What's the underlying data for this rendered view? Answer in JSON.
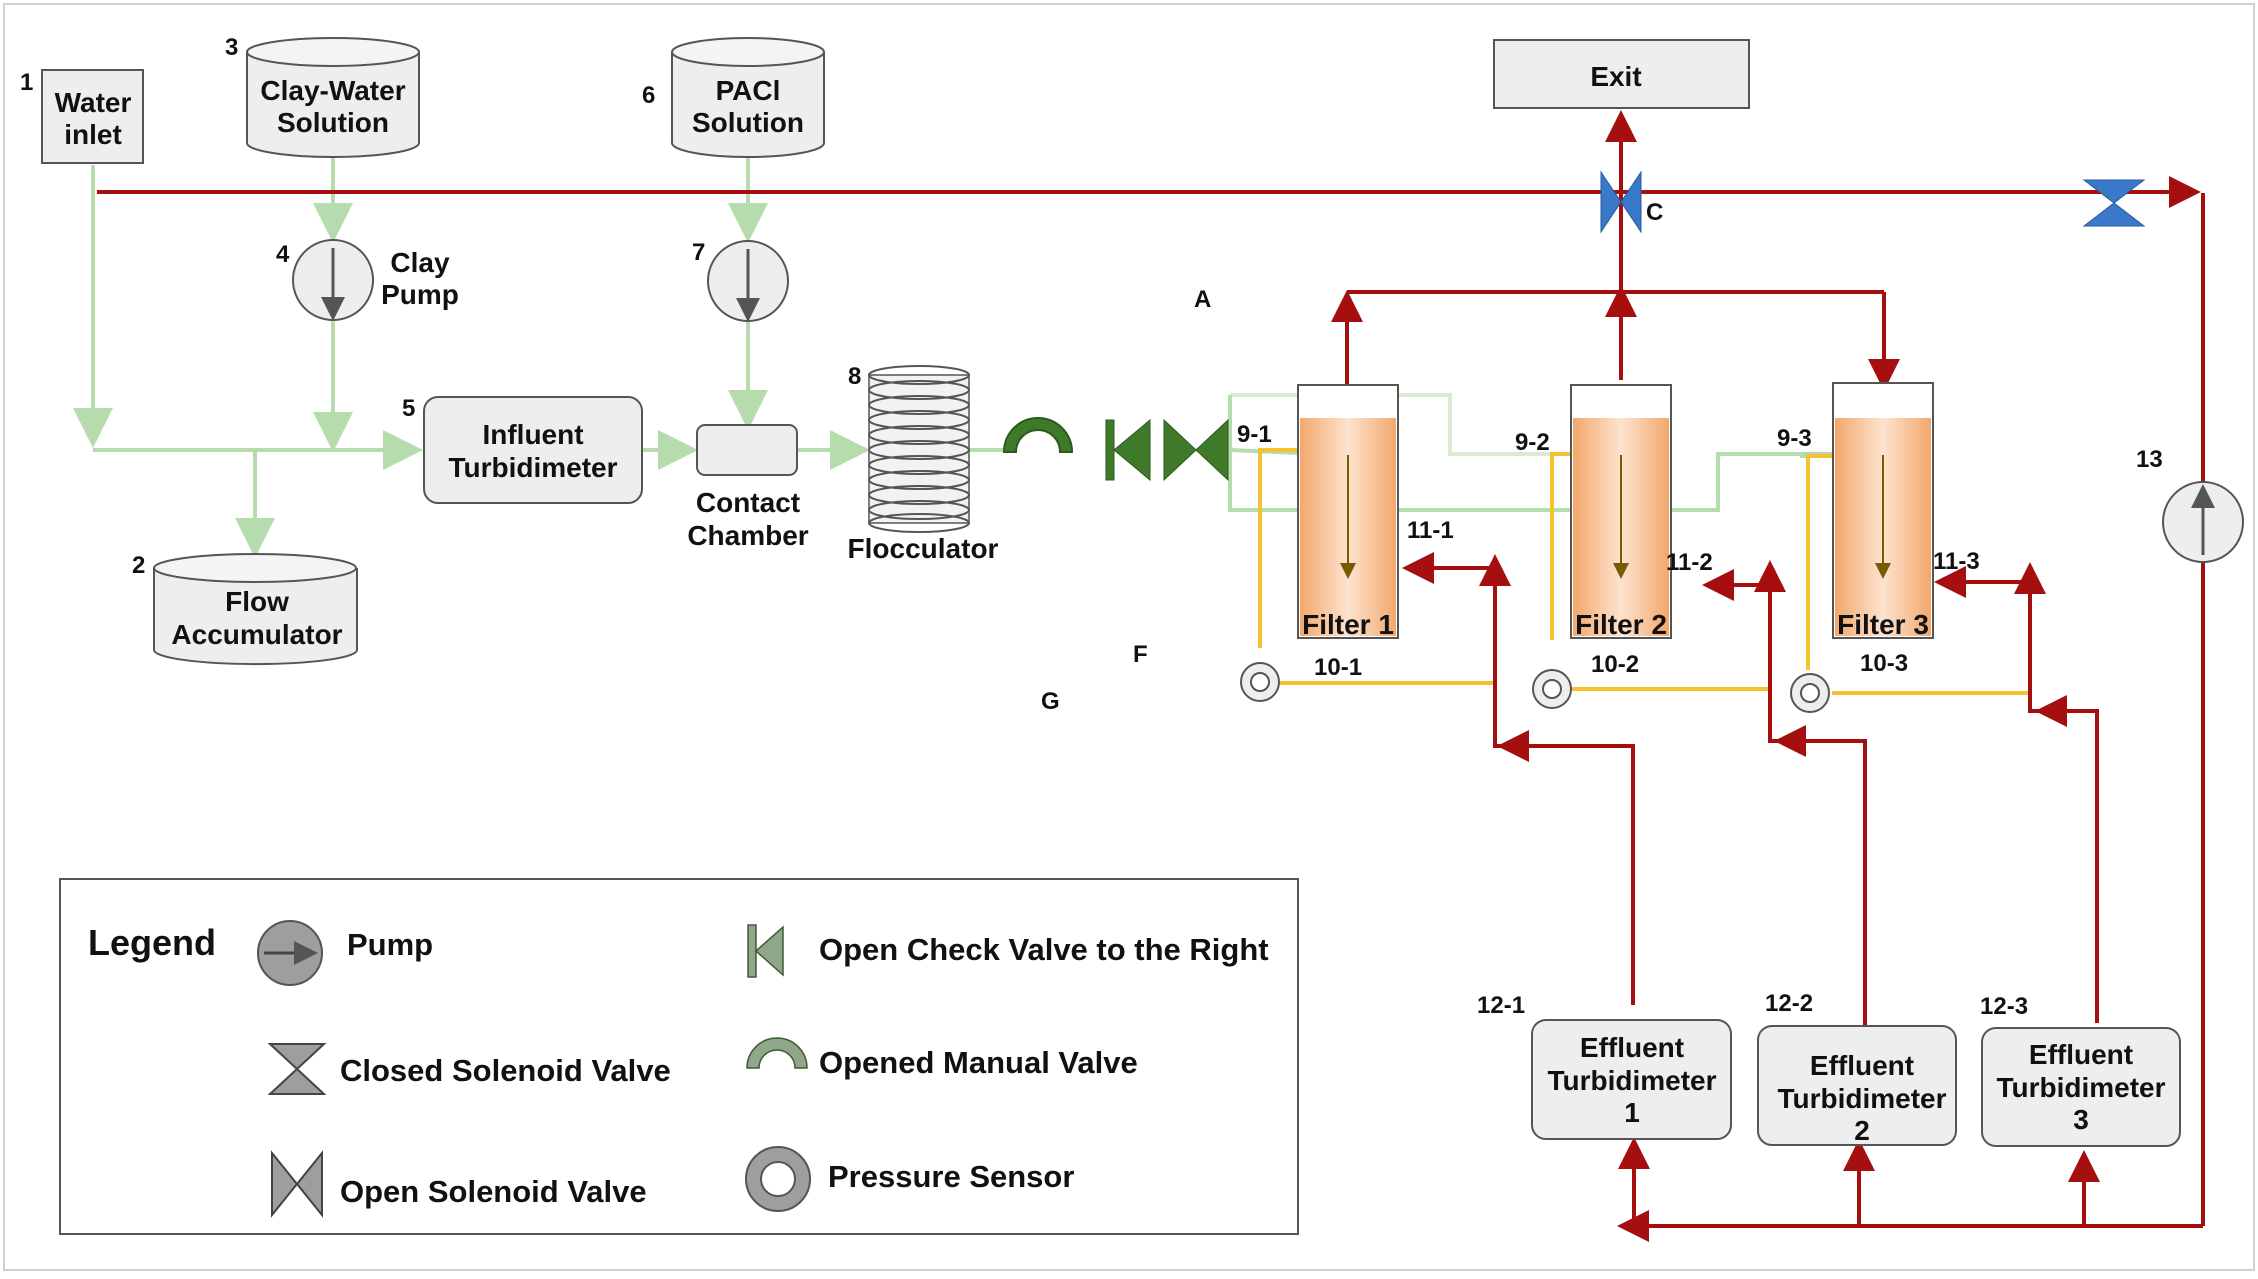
{
  "components": {
    "water_inlet": {
      "num": "1",
      "line1": "Water",
      "line2": "inlet"
    },
    "flow_accumulator": {
      "num": "2",
      "line1": "Flow",
      "line2": "Accumulator"
    },
    "clay_water_solution": {
      "num": "3",
      "line1": "Clay-Water",
      "line2": "Solution"
    },
    "clay_pump": {
      "num": "4",
      "line1": "Clay",
      "line2": "Pump"
    },
    "influent_turbidimeter": {
      "num": "5",
      "line1": "Influent",
      "line2": "Turbidimeter"
    },
    "pacl_solution": {
      "num": "6",
      "line1": "PACl",
      "line2": "Solution"
    },
    "pacl_pump": {
      "num": "7"
    },
    "contact_chamber": {
      "line1": "Contact",
      "line2": "Chamber"
    },
    "flocculator": {
      "num": "8",
      "label": "Flocculator"
    },
    "exit": {
      "label": "Exit"
    },
    "pump13": {
      "num": "13"
    }
  },
  "filters": [
    {
      "name": "Filter 1",
      "inlet": "9-1",
      "sensor": "10-1",
      "outlet": "11-1",
      "turb_num": "12-1",
      "turb_line1": "Effluent",
      "turb_line2": "Turbidimeter",
      "turb_line3": "1"
    },
    {
      "name": "Filter 2",
      "inlet": "9-2",
      "sensor": "10-2",
      "outlet": "11-2",
      "turb_num": "12-2",
      "turb_line1": "Effluent",
      "turb_line2": "Turbidimeter",
      "turb_line3": "2"
    },
    {
      "name": "Filter 3",
      "inlet": "9-3",
      "sensor": "10-3",
      "outlet": "11-3",
      "turb_num": "12-3",
      "turb_line1": "Effluent",
      "turb_line2": "Turbidimeter",
      "turb_line3": "3"
    }
  ],
  "point_labels": {
    "a": "A",
    "c": "C",
    "f": "F",
    "g": "G"
  },
  "legend": {
    "title": "Legend",
    "pump": "Pump",
    "closed_valve": "Closed Solenoid Valve",
    "open_valve": "Open Solenoid Valve",
    "check_valve": "Open Check Valve to the Right",
    "manual_valve": "Opened Manual Valve",
    "pressure_sensor": "Pressure Sensor"
  },
  "colors": {
    "influent_line": "#b6dbac",
    "effluent_line": "#a50f0f",
    "pressure_line": "#f2c230",
    "valve_closed": "#3a78c9",
    "valve_green": "#3f7a2b",
    "filter_media": "#f0a870",
    "flow_arrow": "#7a5a00"
  }
}
